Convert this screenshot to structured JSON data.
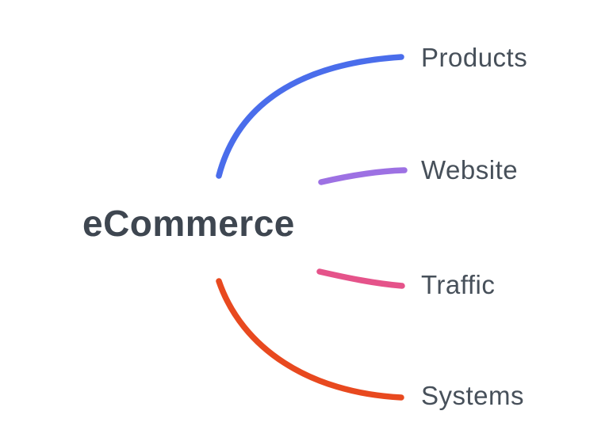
{
  "central": {
    "label": "eCommerce",
    "text_color": "#3E4650"
  },
  "branches": [
    {
      "label": "Products",
      "color": "#4A6DEB"
    },
    {
      "label": "Website",
      "color": "#9D71E3"
    },
    {
      "label": "Traffic",
      "color": "#E5538A"
    },
    {
      "label": "Systems",
      "color": "#E8491F"
    }
  ],
  "background_color": "#FFFFFF"
}
